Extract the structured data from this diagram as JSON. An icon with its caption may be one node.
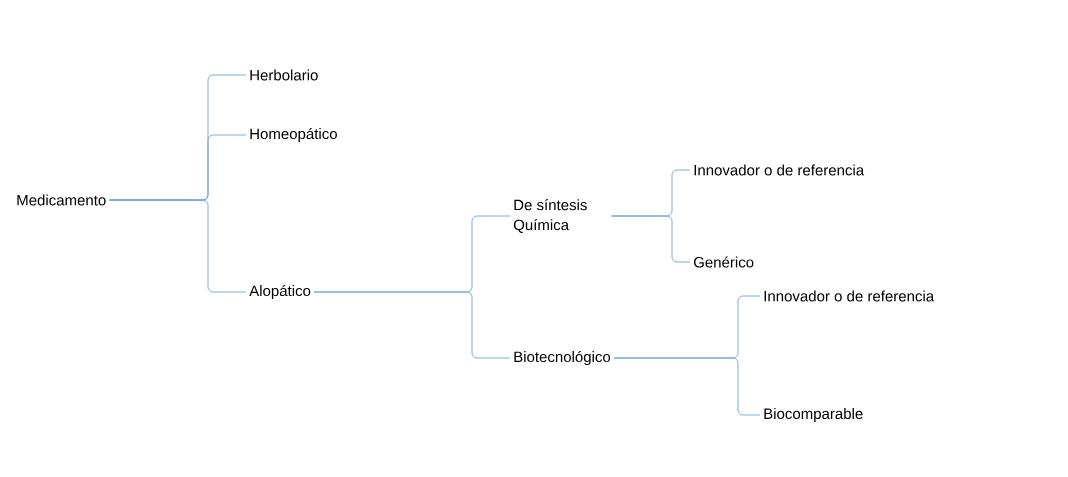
{
  "diagram": {
    "nodes": [
      {
        "text": [
          "Medicamento"
        ]
      },
      {
        "text": [
          "Herbolario"
        ]
      },
      {
        "text": [
          "Homeopático"
        ]
      },
      {
        "text": [
          "Alopático"
        ]
      },
      {
        "text": [
          "De síntesis Química"
        ]
      },
      {
        "text": [
          "Innovador o de referencia"
        ]
      },
      {
        "text": [
          "Genérico"
        ]
      },
      {
        "text": [
          "Biotecnológico"
        ]
      },
      {
        "text": [
          "Innovador o de referencia"
        ]
      },
      {
        "text": [
          "Biocomparable"
        ]
      }
    ],
    "edges": [
      {
        "from": 0,
        "to": 1,
        "arrow": "none"
      },
      {
        "from": 0,
        "to": 2,
        "arrow": "none"
      },
      {
        "from": 0,
        "to": 3,
        "arrow": "none"
      },
      {
        "from": 3,
        "to": 4,
        "arrow": "none"
      },
      {
        "from": 3,
        "to": 7,
        "arrow": "none"
      },
      {
        "from": 4,
        "to": 5,
        "arrow": "none"
      },
      {
        "from": 4,
        "to": 6,
        "arrow": "none"
      },
      {
        "from": 7,
        "to": 8,
        "arrow": "none"
      },
      {
        "from": 7,
        "to": 9,
        "arrow": "none"
      }
    ]
  }
}
